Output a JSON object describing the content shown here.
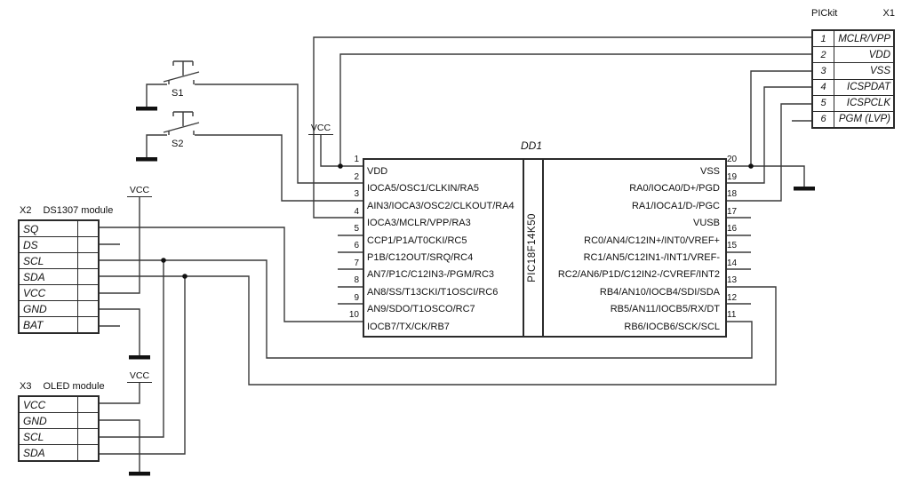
{
  "ic": {
    "designator": "DD1",
    "part_number": "PIC18F14K50",
    "left_pins": [
      {
        "num": "1",
        "label": "VDD"
      },
      {
        "num": "2",
        "label": "IOCA5/OSC1/CLKIN/RA5"
      },
      {
        "num": "3",
        "label": "AIN3/IOCA3/OSC2/CLKOUT/RA4"
      },
      {
        "num": "4",
        "label": "IOCA3/MCLR/VPP/RA3"
      },
      {
        "num": "5",
        "label": "CCP1/P1A/T0CKI/RC5"
      },
      {
        "num": "6",
        "label": "P1B/C12OUT/SRQ/RC4"
      },
      {
        "num": "7",
        "label": "AN7/P1C/C12IN3-/PGM/RC3"
      },
      {
        "num": "8",
        "label": "AN8/SS/T13CKI/T1OSCI/RC6"
      },
      {
        "num": "9",
        "label": "AN9/SDO/T1OSCO/RC7"
      },
      {
        "num": "10",
        "label": "IOCB7/TX/CK/RB7"
      }
    ],
    "right_pins": [
      {
        "num": "20",
        "label": "VSS"
      },
      {
        "num": "19",
        "label": "RA0/IOCA0/D+/PGD"
      },
      {
        "num": "18",
        "label": "RA1/IOCA1/D-/PGC"
      },
      {
        "num": "17",
        "label": "VUSB"
      },
      {
        "num": "16",
        "label": "RC0/AN4/C12IN+/INT0/VREF+"
      },
      {
        "num": "15",
        "label": "RC1/AN5/C12IN1-/INT1/VREF-"
      },
      {
        "num": "14",
        "label": "RC2/AN6/P1D/C12IN2-/CVREF/INT2"
      },
      {
        "num": "13",
        "label": "RB4/AN10/IOCB4/SDI/SDA"
      },
      {
        "num": "12",
        "label": "RB5/AN11/IOCB5/RX/DT"
      },
      {
        "num": "11",
        "label": "RB6/IOCB6/SCK/SCL"
      }
    ]
  },
  "pickit": {
    "title": "PICkit",
    "designator": "X1",
    "pins": [
      {
        "num": "1",
        "label": "MCLR/VPP"
      },
      {
        "num": "2",
        "label": "VDD"
      },
      {
        "num": "3",
        "label": "VSS"
      },
      {
        "num": "4",
        "label": "ICSPDAT"
      },
      {
        "num": "5",
        "label": "ICSPCLK"
      },
      {
        "num": "6",
        "label": "PGM (LVP)"
      }
    ]
  },
  "ds1307_module": {
    "designator": "X2",
    "title": "DS1307 module",
    "pins": [
      "SQ",
      "DS",
      "SCL",
      "SDA",
      "VCC",
      "GND",
      "BAT"
    ]
  },
  "oled_module": {
    "designator": "X3",
    "title": "OLED module",
    "pins": [
      "VCC",
      "GND",
      "SCL",
      "SDA"
    ]
  },
  "switches": [
    {
      "label": "S1"
    },
    {
      "label": "S2"
    }
  ],
  "net_labels": {
    "vcc": "VCC"
  },
  "colors": {
    "background": "#ffffff",
    "wire": "#3a3a3a",
    "text": "#111111",
    "junction": "#111111"
  }
}
